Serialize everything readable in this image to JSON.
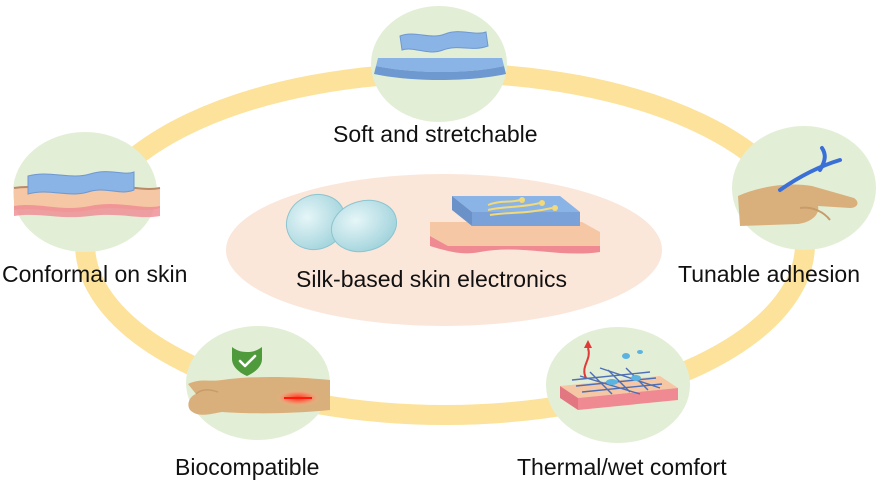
{
  "title": "Silk-based skin electronics",
  "features": [
    {
      "key": "stretchable",
      "label": "Soft and stretchable",
      "icon": "stretchable-film-icon"
    },
    {
      "key": "adhesion",
      "label": "Tunable adhesion",
      "icon": "hand-adhesion-icon"
    },
    {
      "key": "comfort",
      "label": "Thermal/wet comfort",
      "icon": "breathable-mesh-icon"
    },
    {
      "key": "biocompatible",
      "label": "Biocompatible",
      "icon": "arm-shield-icon"
    },
    {
      "key": "conformal",
      "label": "Conformal on skin",
      "icon": "skin-conformal-film-icon"
    }
  ],
  "colors": {
    "ring": "#fce29a",
    "node_fill": "#e2efd6",
    "center_fill": "#fbe6da",
    "skin": "#f3c5a2",
    "skin_red": "#f08a92",
    "film_blue": "#8ab3e6",
    "cocoon": "#bfe4ea",
    "shield": "#4f9a3b"
  }
}
